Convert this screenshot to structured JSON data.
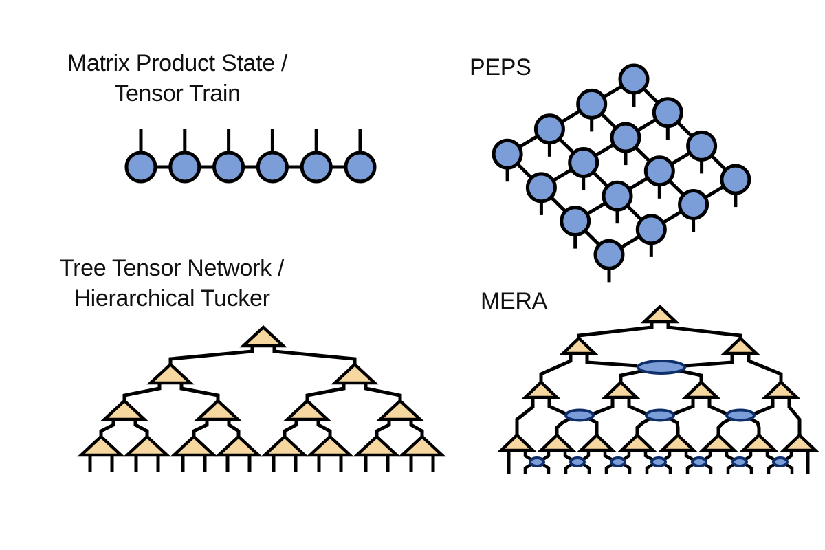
{
  "colors": {
    "node_fill": "#7b9ed9",
    "line": "#000000",
    "triangle_fill": "#f7d7a0",
    "disentangler_fill": "#7b9ed9",
    "disentangler_stroke": "#0f2f6b",
    "background": "#ffffff"
  },
  "diagrams": {
    "mps": {
      "title_line1": "Matrix Product State /",
      "title_line2": "Tensor Train",
      "node_count": 6,
      "node_shape": "circle",
      "physical_legs": "up"
    },
    "peps": {
      "title": "PEPS",
      "grid_rows": 4,
      "grid_cols": 4,
      "node_shape": "circle",
      "physical_legs": "down"
    },
    "ttn": {
      "title_line1": "Tree Tensor Network /",
      "title_line2": "Hierarchical Tucker",
      "levels": 4,
      "leaf_count": 8,
      "node_shape": "triangle",
      "physical_legs_per_leaf": 2
    },
    "mera": {
      "title": "MERA",
      "isometry_levels": [
        1,
        2,
        4,
        8
      ],
      "disentangler_levels": [
        1,
        3,
        7
      ],
      "isometry_shape": "triangle",
      "disentangler_shape": "ellipse"
    }
  }
}
